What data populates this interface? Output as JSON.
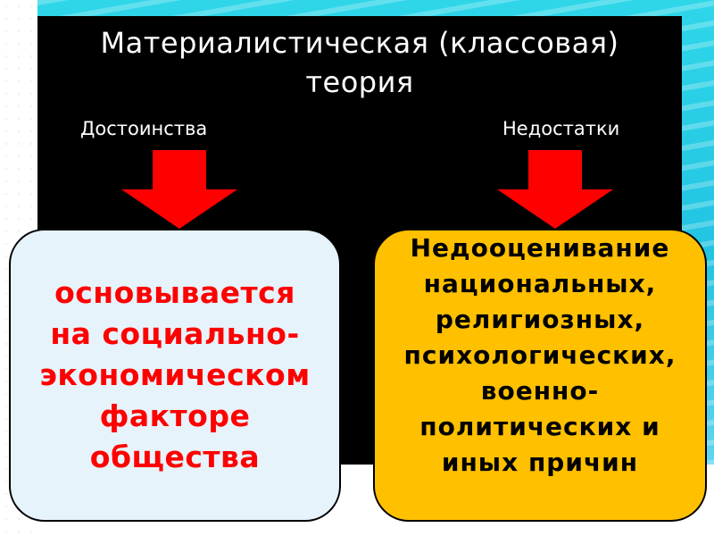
{
  "slide": {
    "title": "Материалистическая (классовая) теория",
    "left_label": "Достоинства",
    "right_label": "Недостатки",
    "left_text": "основывается на социально-экономическом факторе общества",
    "right_text": "Недооценивание национальных, религиозных, психологических, военно-политических и иных причин"
  },
  "colors": {
    "arrow": "#ff0000",
    "left_box_bg": "#e6f3fb",
    "left_box_text": "#ff0000",
    "right_box_bg": "#ffc000",
    "right_box_text": "#000000",
    "panel": "#000000",
    "background_accent": "#2fd6e8"
  },
  "icons": {
    "left_arrow": "arrow-down-icon",
    "right_arrow": "arrow-down-icon"
  }
}
